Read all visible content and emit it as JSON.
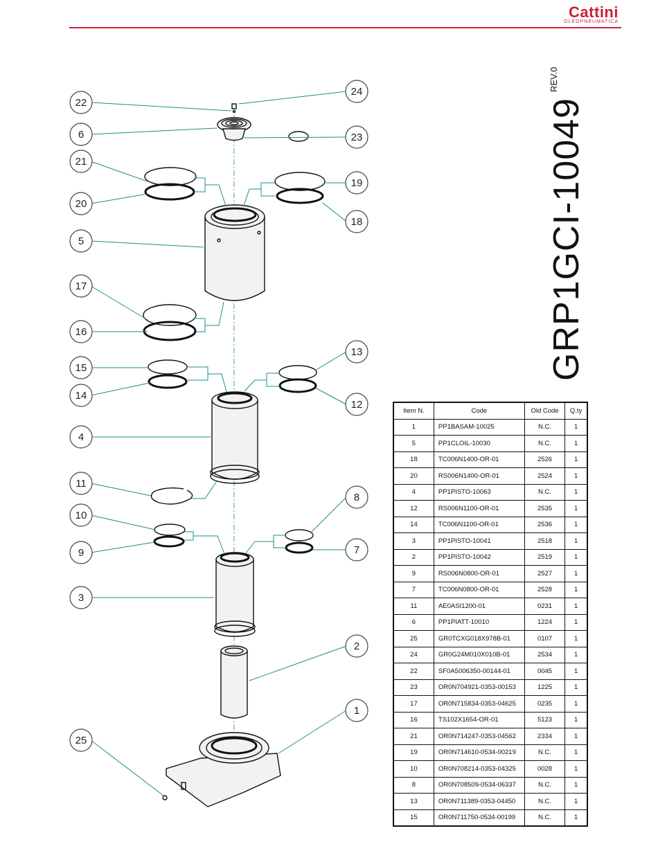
{
  "header": {
    "brand_name": "Cattini",
    "brand_sub": "OLEOPNEUMATICA"
  },
  "document": {
    "code": "GRP1GCI-10049",
    "revision": "REV.0"
  },
  "colors": {
    "brand_red": "#cc1f36",
    "leader_teal": "#1a8c8c"
  },
  "balloons": [
    "22",
    "24",
    "6",
    "23",
    "21",
    "19",
    "20",
    "18",
    "5",
    "17",
    "16",
    "13",
    "15",
    "14",
    "12",
    "4",
    "11",
    "8",
    "10",
    "7",
    "9",
    "3",
    "2",
    "1",
    "25"
  ],
  "table": {
    "headers": [
      "Item N.",
      "Code",
      "Old Code",
      "Q.ty"
    ],
    "rows": [
      [
        "1",
        "PP1BASAM-10025",
        "N.C.",
        "1"
      ],
      [
        "5",
        "PP1CLOIL-10030",
        "N.C.",
        "1"
      ],
      [
        "18",
        "TC006N1400-OR-01",
        "2526",
        "1"
      ],
      [
        "20",
        "RS006N1400-OR-01",
        "2524",
        "1"
      ],
      [
        "4",
        "PP1PISTO-10063",
        "N.C.",
        "1"
      ],
      [
        "12",
        "RS006N1100-OR-01",
        "2535",
        "1"
      ],
      [
        "14",
        "TC006N1100-OR-01",
        "2536",
        "1"
      ],
      [
        "3",
        "PP1PISTO-10041",
        "2518",
        "1"
      ],
      [
        "2",
        "PP1PISTO-10042",
        "2519",
        "1"
      ],
      [
        "9",
        "RS006N0800-OR-01",
        "2527",
        "1"
      ],
      [
        "7",
        "TC006N0800-OR-01",
        "2528",
        "1"
      ],
      [
        "11",
        "AE0ASI1200-01",
        "0231",
        "1"
      ],
      [
        "6",
        "PP1PIATT-10010",
        "1224",
        "1"
      ],
      [
        "25",
        "GR0TCXG018X978B-01",
        "0107",
        "1"
      ],
      [
        "24",
        "GR0G24M010X010B-01",
        "2534",
        "1"
      ],
      [
        "22",
        "SF0A5006350-00144-01",
        "0045",
        "1"
      ],
      [
        "23",
        "OR0N704921-0353-00153",
        "1225",
        "1"
      ],
      [
        "17",
        "OR0N715834-0353-04625",
        "0235",
        "1"
      ],
      [
        "16",
        "TS102X1654-OR-01",
        "5123",
        "1"
      ],
      [
        "21",
        "OR0N714247-0353-04562",
        "2334",
        "1"
      ],
      [
        "19",
        "OR0N714610-0534-00219",
        "N.C.",
        "1"
      ],
      [
        "10",
        "OR0N708214-0353-04325",
        "0028",
        "1"
      ],
      [
        "8",
        "OR0N708509-0534-06337",
        "N.C.",
        "1"
      ],
      [
        "13",
        "OR0N711389-0353-04450",
        "N.C.",
        "1"
      ],
      [
        "15",
        "OR0N711750-0534-00199",
        "N.C.",
        "1"
      ]
    ]
  }
}
